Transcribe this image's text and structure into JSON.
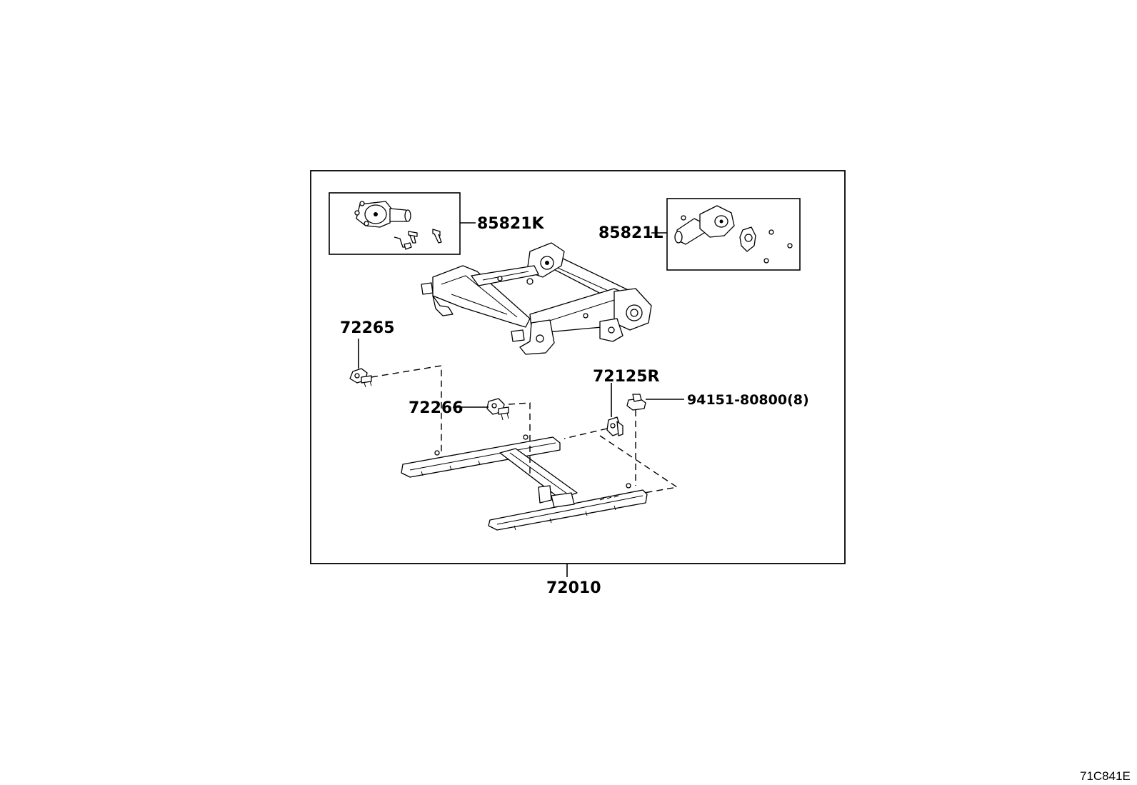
{
  "diagram": {
    "labels": {
      "motor_k": "85821K",
      "motor_l": "85821L",
      "p72265": "72265",
      "p72266": "72266",
      "p72125r": "72125R",
      "bolt": "94151-80800(8)",
      "assembly": "72010"
    },
    "illustration_code": "71C841E"
  }
}
